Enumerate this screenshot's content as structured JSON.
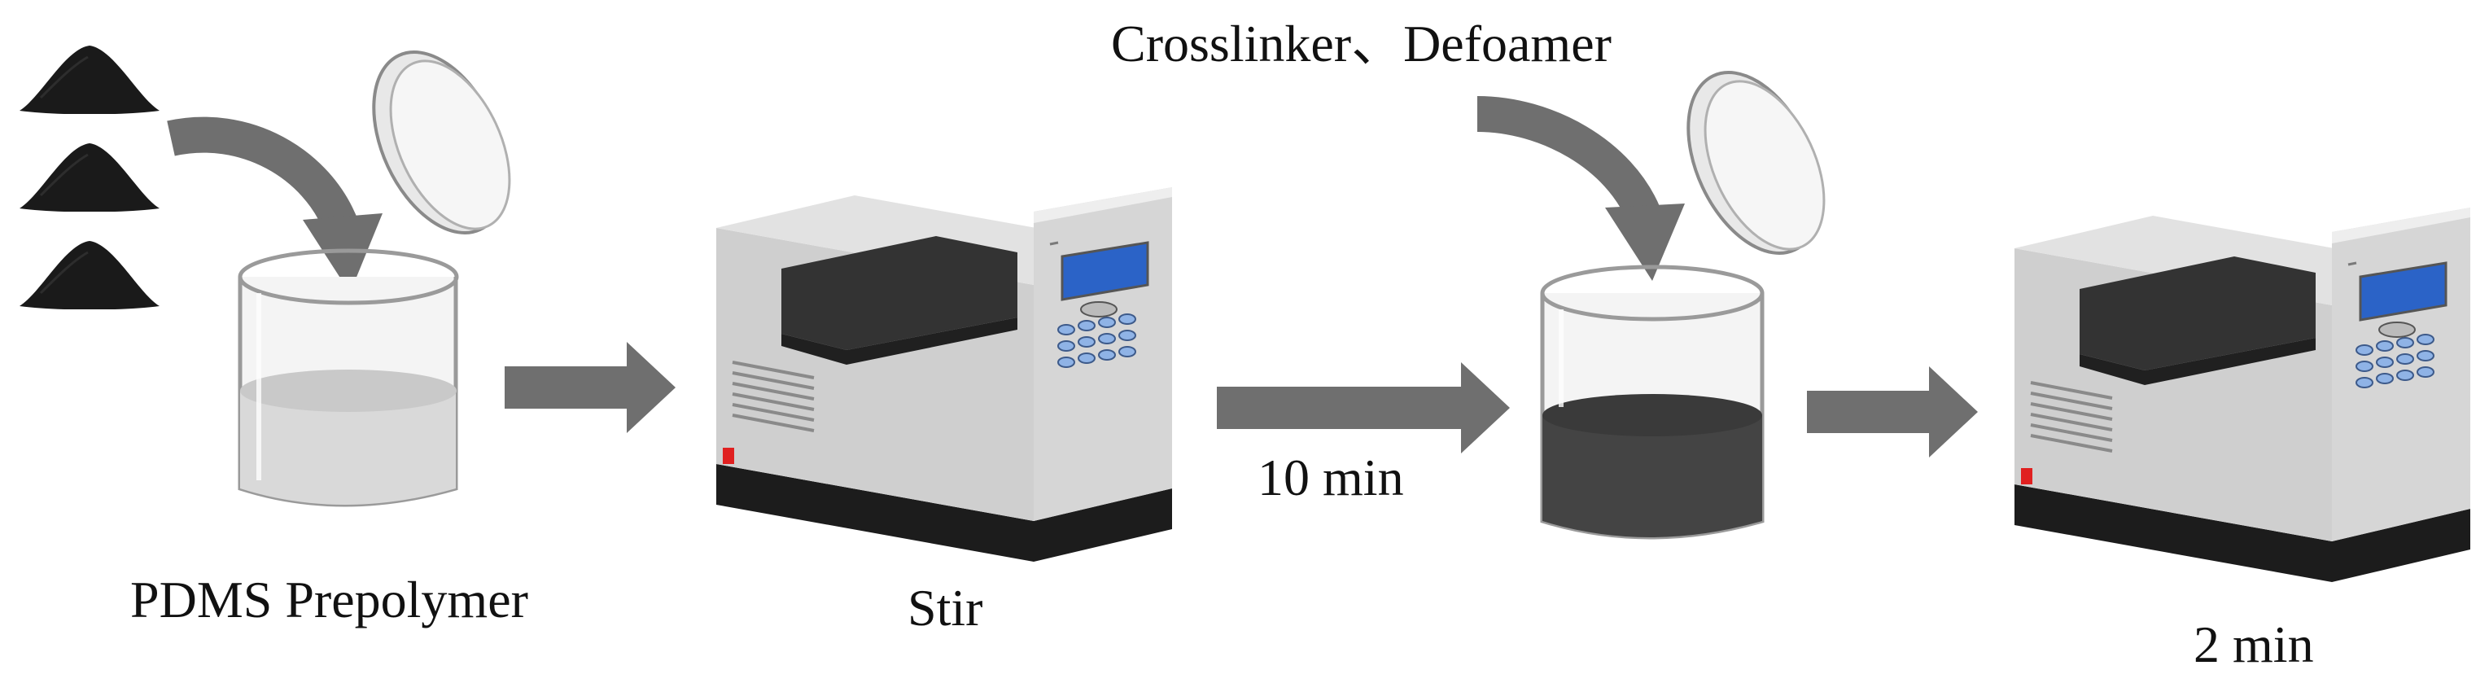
{
  "labels": {
    "prepolymer": "PDMS Prepolymer",
    "stir": "Stir",
    "additives": "Crosslinker、Defoamer",
    "time1": "10 min",
    "time2": "2 min"
  },
  "colors": {
    "arrow": "#6f6f6f",
    "powder": "#1a1a1a",
    "liquid_clear": "#d9d9d9",
    "liquid_dark": "#444444",
    "machine_body": "#c8c8c8",
    "machine_lid": "#333333",
    "machine_screen": "#2b63c7",
    "power_button": "#e02020"
  },
  "icons": {
    "powder": "black-powder-pile-icon",
    "beaker": "glass-beaker-icon",
    "lid": "petri-dish-lid-icon",
    "mixer": "laboratory-mixer-icon",
    "arrow": "process-arrow-icon"
  }
}
